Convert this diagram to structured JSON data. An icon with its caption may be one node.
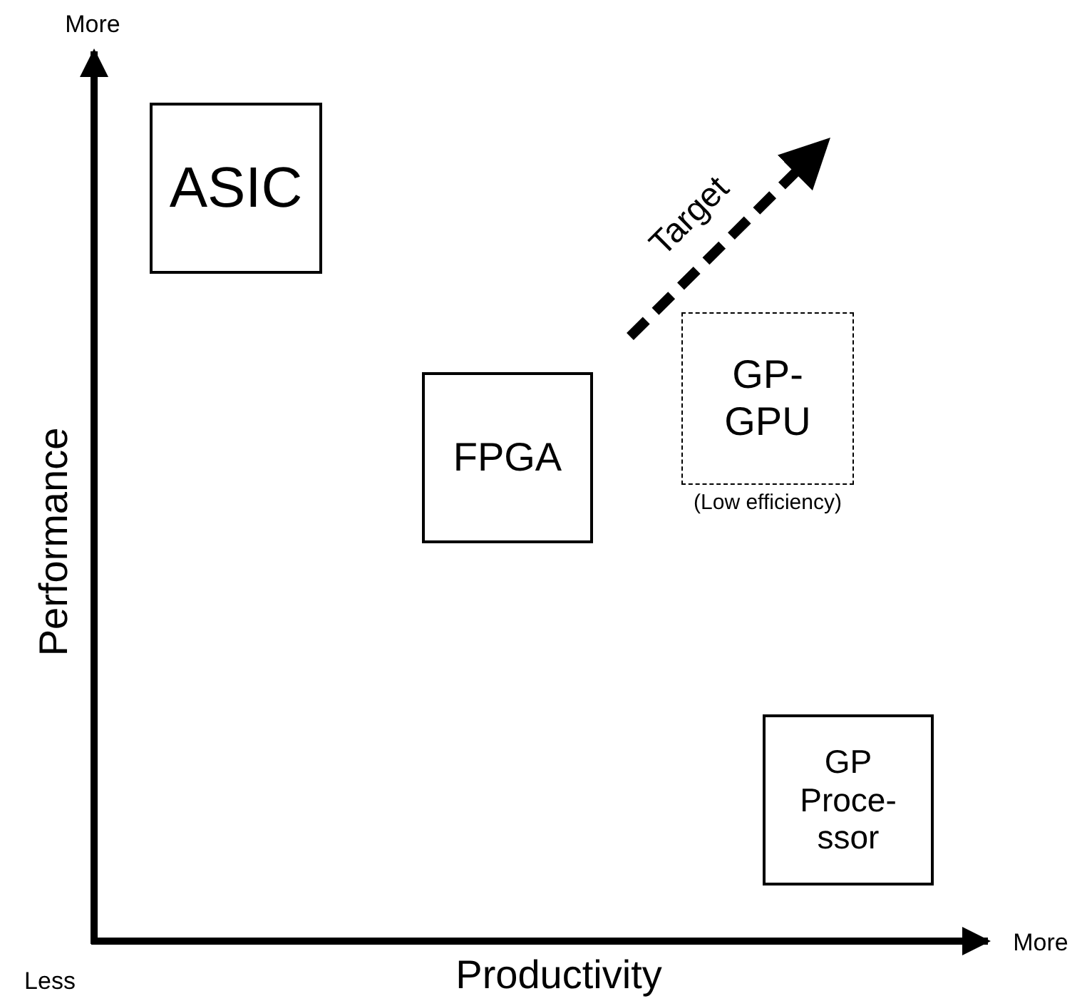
{
  "diagram": {
    "nodes": [
      {
        "text": [
          "ASIC"
        ]
      },
      {
        "text": [
          "FPGA"
        ]
      },
      {
        "text": [
          "GP- GPU"
        ],
        "beside": [
          "(Low efficiency)"
        ]
      },
      {
        "text": [
          "GP Proce- ssor"
        ]
      }
    ],
    "labels": [
      "More",
      "Performance",
      "Target",
      "Less",
      "Productivity",
      "More"
    ]
  }
}
